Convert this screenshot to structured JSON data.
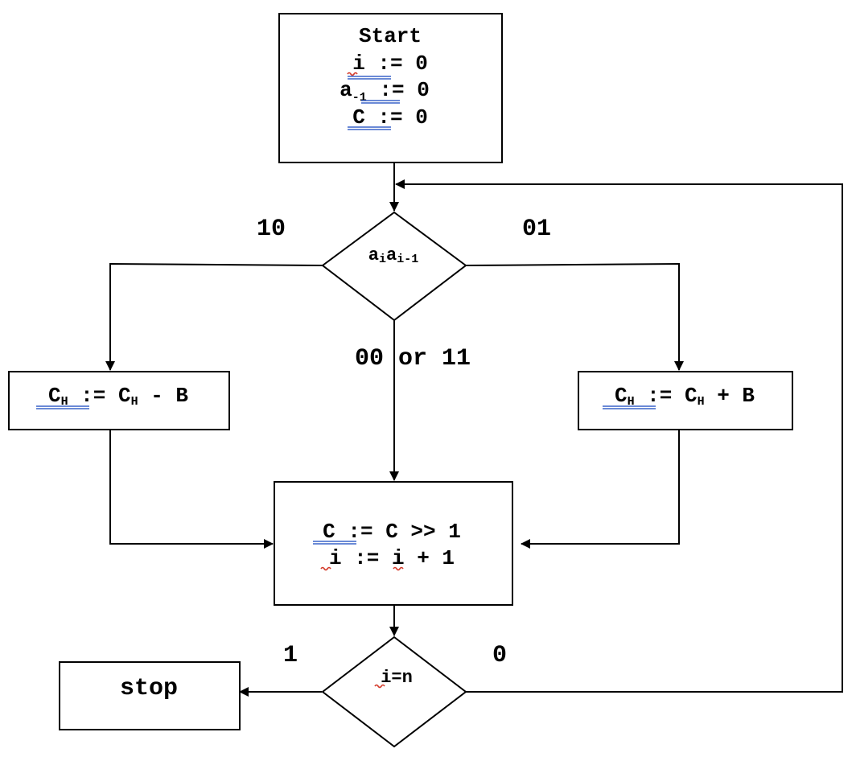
{
  "start_box": {
    "title": "Start",
    "line1_var": "i",
    "line1_rest": " := 0",
    "line2_var": "a",
    "line2_sub": "-1",
    "line2_rest": " := 0",
    "line3_var": "C",
    "line3_rest": " := 0"
  },
  "decision1": {
    "var1": "a",
    "sub1": "i",
    "var2": "a",
    "sub2": "i-1"
  },
  "edge_labels": {
    "left": "10",
    "right": "01",
    "down": "00 or 11",
    "yes": "1",
    "no": "0"
  },
  "sub_box": {
    "var": "C",
    "sub": "H",
    "op": " := ",
    "var2": "C",
    "sub2": "H",
    "rest": " - B"
  },
  "add_box": {
    "var": "C",
    "sub": "H",
    "op": " := ",
    "var2": "C",
    "sub2": "H",
    "rest": " + B"
  },
  "shift_box": {
    "line1_var": "C",
    "line1_rest": " := C >> 1",
    "line2_var": "i",
    "line2_mid": " := ",
    "line2_var2": "i",
    "line2_rest": " + 1"
  },
  "decision2": {
    "var": "i",
    "rest": "=n"
  },
  "stop_box": {
    "label": "stop"
  }
}
